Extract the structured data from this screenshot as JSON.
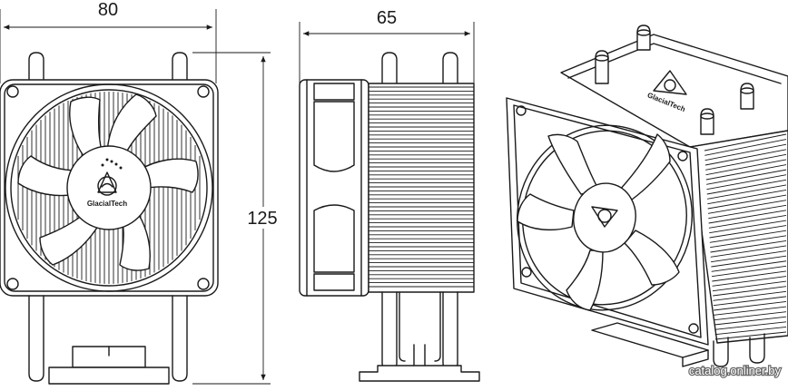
{
  "dimensions": {
    "width": "80",
    "depth": "65",
    "height": "125"
  },
  "brand": {
    "logo_text_front": "GlacialTech",
    "logo_text_iso": "GlacialTech"
  },
  "watermark": "catalog.onliner.by"
}
